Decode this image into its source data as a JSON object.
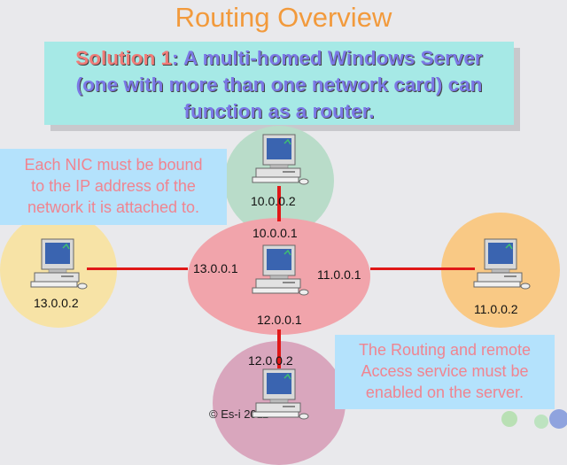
{
  "title": "Routing Overview",
  "solution": {
    "highlight": "Solution 1",
    "text_line1": ": A multi-homed Windows Server",
    "text_line2": "(one with more than one network card) can",
    "text_line3": "function as a router."
  },
  "notes": {
    "nic": [
      "Each NIC must be bound",
      "to the IP address of the",
      "network it is attached to."
    ],
    "routing": [
      "The Routing and remote",
      "Access service must be",
      "enabled on the server."
    ]
  },
  "ips": {
    "top_host": "10.0.0.2",
    "router_top": "10.0.0.1",
    "router_left": "13.0.0.1",
    "router_right": "11.0.0.1",
    "router_bottom": "12.0.0.1",
    "bottom_host": "12.0.0.2",
    "left_host": "13.0.0.2",
    "right_host": "11.0.0.2"
  },
  "copyright": "© Es-i 2011",
  "colors": {
    "title": "#f29a3c",
    "link": "#e01818",
    "note_text": "#f08490"
  }
}
